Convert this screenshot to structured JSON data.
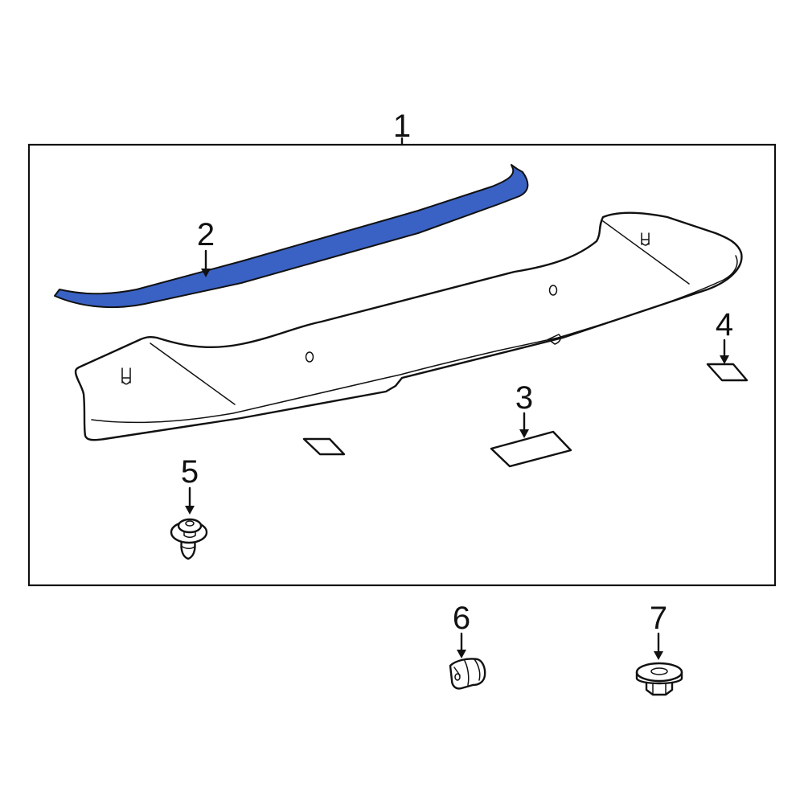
{
  "diagram": {
    "type": "exploded parts diagram",
    "subject": "rear spoiler assembly",
    "highlight_color": "#3a62c4",
    "outline_color": "#111111",
    "background": "#ffffff",
    "callouts": [
      {
        "id": "1",
        "label": "1",
        "part": "spoiler-assembly"
      },
      {
        "id": "2",
        "label": "2",
        "part": "seal-strip",
        "highlighted": true
      },
      {
        "id": "3",
        "label": "3",
        "part": "pad-large"
      },
      {
        "id": "4",
        "label": "4",
        "part": "pad-small"
      },
      {
        "id": "5",
        "label": "5",
        "part": "retainer-clip"
      },
      {
        "id": "6",
        "label": "6",
        "part": "clip-nut"
      },
      {
        "id": "7",
        "label": "7",
        "part": "grommet-nut"
      }
    ]
  }
}
